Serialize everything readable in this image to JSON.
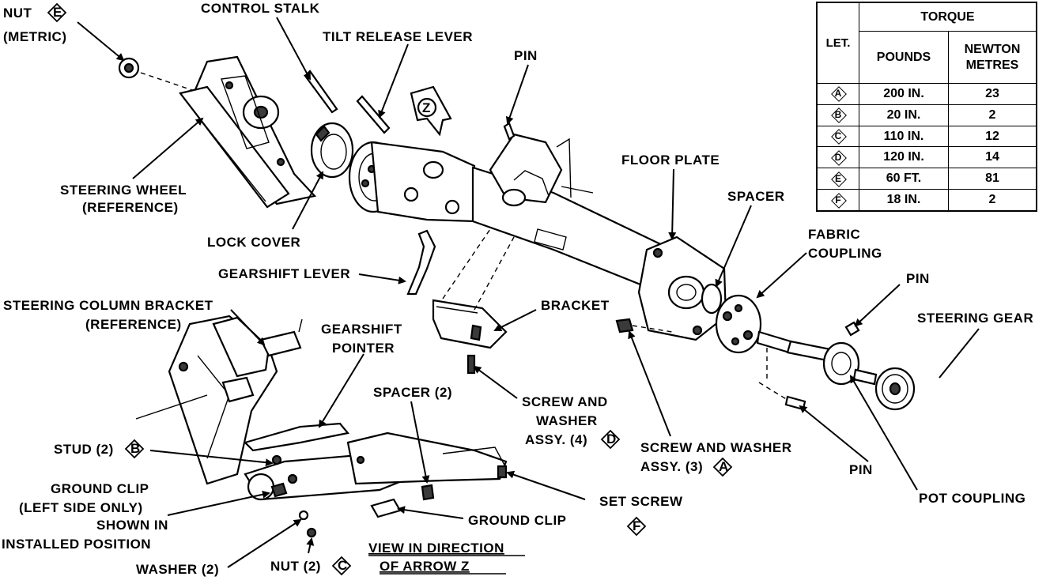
{
  "labels": {
    "nut_metric": "NUT",
    "nut_metric_letter": "E",
    "metric": "(METRIC)",
    "control_stalk": "CONTROL STALK",
    "tilt_release_lever": "TILT RELEASE LEVER",
    "pin_top": "PIN",
    "arrow_z": "Z",
    "steering_wheel_1": "STEERING WHEEL",
    "steering_wheel_2": "(REFERENCE)",
    "lock_cover": "LOCK COVER",
    "floor_plate": "FLOOR PLATE",
    "spacer": "SPACER",
    "fabric_coupling_1": "FABRIC",
    "fabric_coupling_2": "COUPLING",
    "pin_right": "PIN",
    "steering_gear": "STEERING GEAR",
    "gearshift_lever": "GEARSHIFT LEVER",
    "bracket": "BRACKET",
    "steering_column_bracket_1": "STEERING COLUMN BRACKET",
    "steering_column_bracket_2": "(REFERENCE)",
    "gearshift_pointer_1": "GEARSHIFT",
    "gearshift_pointer_2": "POINTER",
    "spacer_2": "SPACER (2)",
    "screw_washer_4_1": "SCREW AND",
    "screw_washer_4_2": "WASHER",
    "screw_washer_4_3": "ASSY. (4)",
    "screw_washer_4_letter": "D",
    "screw_washer_3_1": "SCREW AND WASHER",
    "screw_washer_3_2": "ASSY. (3)",
    "screw_washer_3_letter": "A",
    "pin_bottom": "PIN",
    "stud_2": "STUD (2)",
    "stud_letter": "B",
    "ground_clip_left_1": "GROUND CLIP",
    "ground_clip_left_2": "(LEFT SIDE ONLY)",
    "ground_clip_left_3": "SHOWN IN",
    "ground_clip_left_4": "INSTALLED POSITION",
    "set_screw": "SET SCREW",
    "set_screw_letter": "F",
    "ground_clip": "GROUND CLIP",
    "pot_coupling": "POT COUPLING",
    "washer_2": "WASHER (2)",
    "nut_2": "NUT (2)",
    "nut_2_letter": "C",
    "view_1": "VIEW IN DIRECTION",
    "view_2": "OF ARROW Z"
  },
  "torque_table": {
    "header_let": "LET.",
    "header_torque": "TORQUE",
    "header_pounds": "POUNDS",
    "header_newton": "NEWTON METRES",
    "rows": [
      {
        "let": "A",
        "pounds": "200 IN.",
        "newton": "23"
      },
      {
        "let": "B",
        "pounds": "20 IN.",
        "newton": "2"
      },
      {
        "let": "C",
        "pounds": "110 IN.",
        "newton": "12"
      },
      {
        "let": "D",
        "pounds": "120 IN.",
        "newton": "14"
      },
      {
        "let": "E",
        "pounds": "60 FT.",
        "newton": "81"
      },
      {
        "let": "F",
        "pounds": "18 IN.",
        "newton": "2"
      }
    ]
  }
}
